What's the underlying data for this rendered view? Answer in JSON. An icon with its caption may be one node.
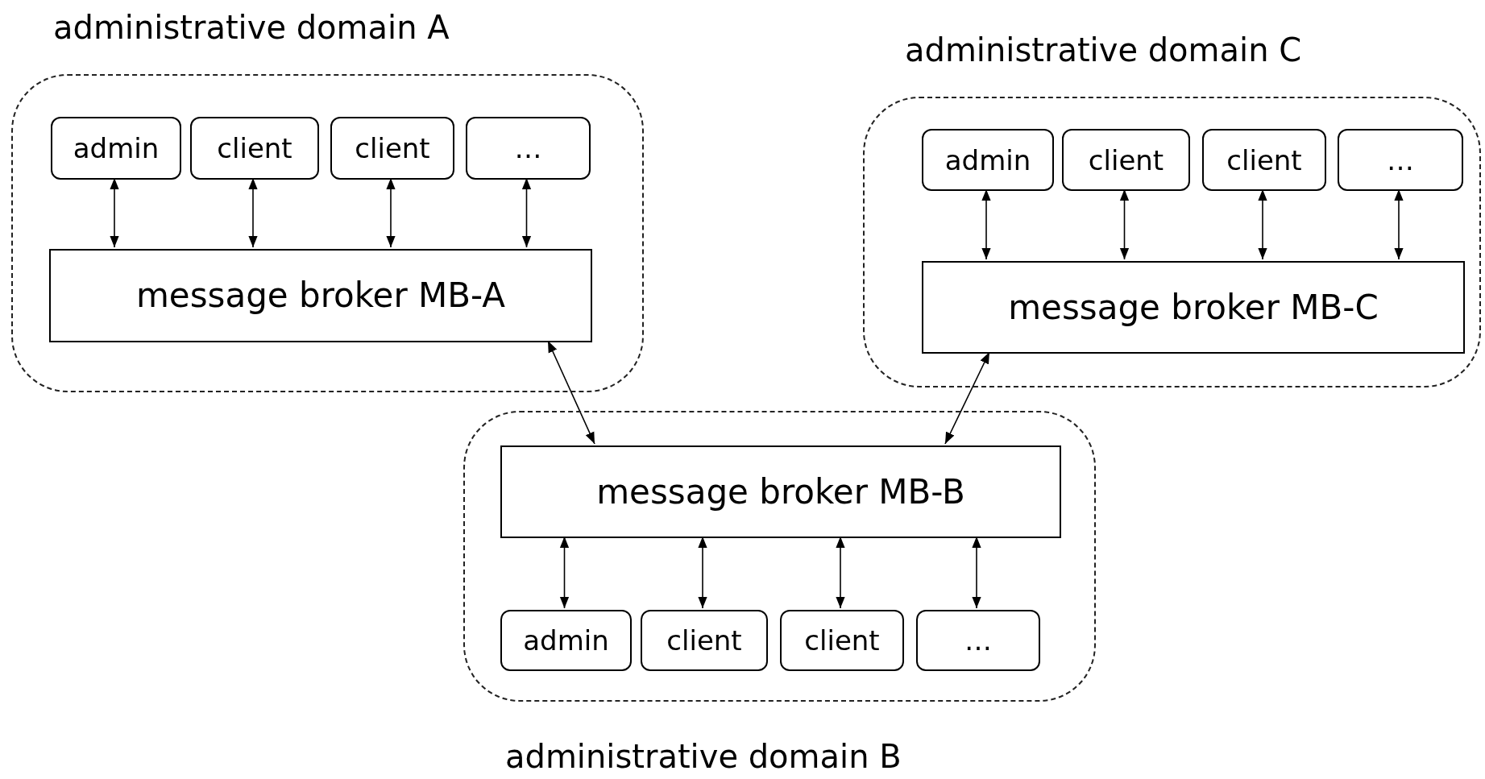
{
  "diagram": {
    "nodes": [
      {
        "text": [
          "administrative domain A"
        ]
      },
      {
        "text": [
          "admin"
        ],
        "in": 0
      },
      {
        "text": [
          "client"
        ],
        "in": 0
      },
      {
        "text": [
          "client"
        ],
        "in": 0
      },
      {
        "text": [
          "…"
        ],
        "in": 0
      },
      {
        "text": [
          "message broker MB-A"
        ],
        "in": 0
      },
      {
        "text": [
          "administrative domain C"
        ]
      },
      {
        "text": [
          "admin"
        ],
        "in": 6
      },
      {
        "text": [
          "client"
        ],
        "in": 6
      },
      {
        "text": [
          "client"
        ],
        "in": 6
      },
      {
        "text": [
          "…"
        ],
        "in": 6
      },
      {
        "text": [
          "message broker MB-C"
        ],
        "in": 6
      },
      {
        "text": [
          "administrative domain B"
        ]
      },
      {
        "text": [
          "message broker MB-B"
        ],
        "in": 12
      },
      {
        "text": [
          "admin"
        ],
        "in": 12
      },
      {
        "text": [
          "client"
        ],
        "in": 12
      },
      {
        "text": [
          "client"
        ],
        "in": 12
      },
      {
        "text": [
          "…"
        ],
        "in": 12
      }
    ],
    "edges": [
      {
        "from": 1,
        "to": 5,
        "arrow": "both"
      },
      {
        "from": 2,
        "to": 5,
        "arrow": "both"
      },
      {
        "from": 3,
        "to": 5,
        "arrow": "both"
      },
      {
        "from": 4,
        "to": 5,
        "arrow": "both"
      },
      {
        "from": 7,
        "to": 11,
        "arrow": "both"
      },
      {
        "from": 8,
        "to": 11,
        "arrow": "both"
      },
      {
        "from": 9,
        "to": 11,
        "arrow": "both"
      },
      {
        "from": 10,
        "to": 11,
        "arrow": "both"
      },
      {
        "from": 13,
        "to": 14,
        "arrow": "both"
      },
      {
        "from": 13,
        "to": 15,
        "arrow": "both"
      },
      {
        "from": 13,
        "to": 16,
        "arrow": "both"
      },
      {
        "from": 13,
        "to": 17,
        "arrow": "both"
      },
      {
        "from": 5,
        "to": 13,
        "arrow": "both"
      },
      {
        "from": 11,
        "to": 13,
        "arrow": "both"
      }
    ]
  }
}
